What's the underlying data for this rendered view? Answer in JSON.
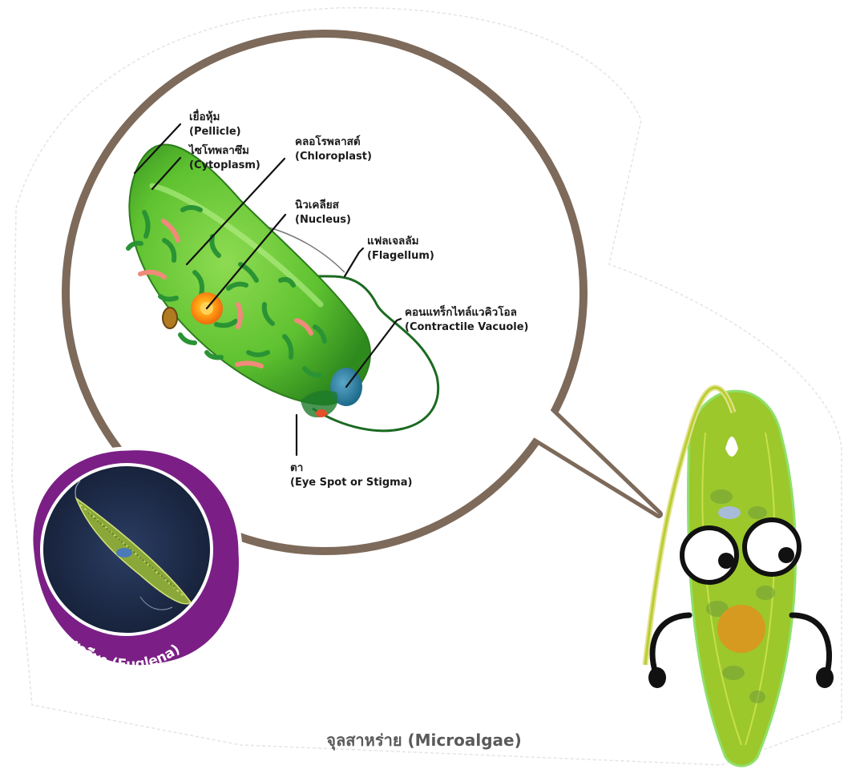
{
  "labels": {
    "pellicle": {
      "th": "เยื่อหุ้ม",
      "en": "(Pellicle)"
    },
    "cytoplasm": {
      "th": "ไซโทพลาซึม",
      "en": "(Cytoplasm)"
    },
    "chloroplast": {
      "th": "คลอโรพลาสต์",
      "en": "(Chloroplast)"
    },
    "nucleus": {
      "th": "นิวเคลียส",
      "en": "(Nucleus)"
    },
    "flagellum": {
      "th": "แฟลเจลลัม",
      "en": "(Flagellum)"
    },
    "contractile_vacuole": {
      "th": "คอนแทร็กไทล์แวคิวโอล",
      "en": "(Contractile Vacuole)"
    },
    "eye_spot": {
      "th": "ตา",
      "en": "(Eye Spot or Stigma)"
    }
  },
  "badge_label": "ยูกลีนา (Euglena)",
  "caption": "จุลสาหร่าย (Microalgae)",
  "colors": {
    "bubble_border": "#7d6a5a",
    "cell_green": "#5fc230",
    "badge_purple": "#7b1f86",
    "badge_inner": "#1d2a47"
  }
}
